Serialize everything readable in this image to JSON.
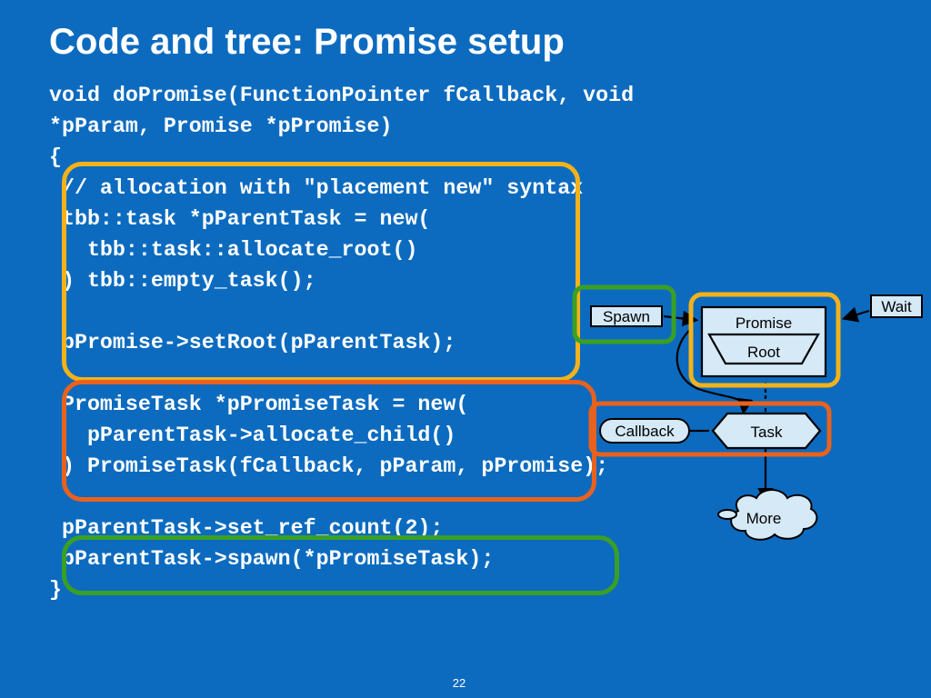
{
  "slide": {
    "title": "Code and tree: Promise setup",
    "number": "22"
  },
  "code_lines": [
    "void doPromise(FunctionPointer fCallback, void",
    "*pParam, Promise *pPromise)",
    "{",
    " // allocation with \"placement new\" syntax",
    " tbb::task *pParentTask = new(",
    "   tbb::task::allocate_root()",
    " ) tbb::empty_task();",
    "",
    " pPromise->setRoot(pParentTask);",
    "",
    " PromiseTask *pPromiseTask = new(",
    "   pParentTask->allocate_child()",
    " ) PromiseTask(fCallback, pParam, pPromise);",
    "",
    " pParentTask->set_ref_count(2);",
    " pParentTask->spawn(*pPromiseTask);",
    "}"
  ],
  "diagram": {
    "spawn_label": "Spawn",
    "wait_label": "Wait",
    "promise_label": "Promise",
    "root_label": "Root",
    "callback_label": "Callback",
    "task_label": "Task",
    "more_label": "More"
  },
  "colors": {
    "background": "#0C6BBF",
    "highlight_yellow": "#F3B21B",
    "highlight_orange": "#E8621E",
    "highlight_green": "#3A9F25",
    "node_fill": "#D5E9F7"
  }
}
